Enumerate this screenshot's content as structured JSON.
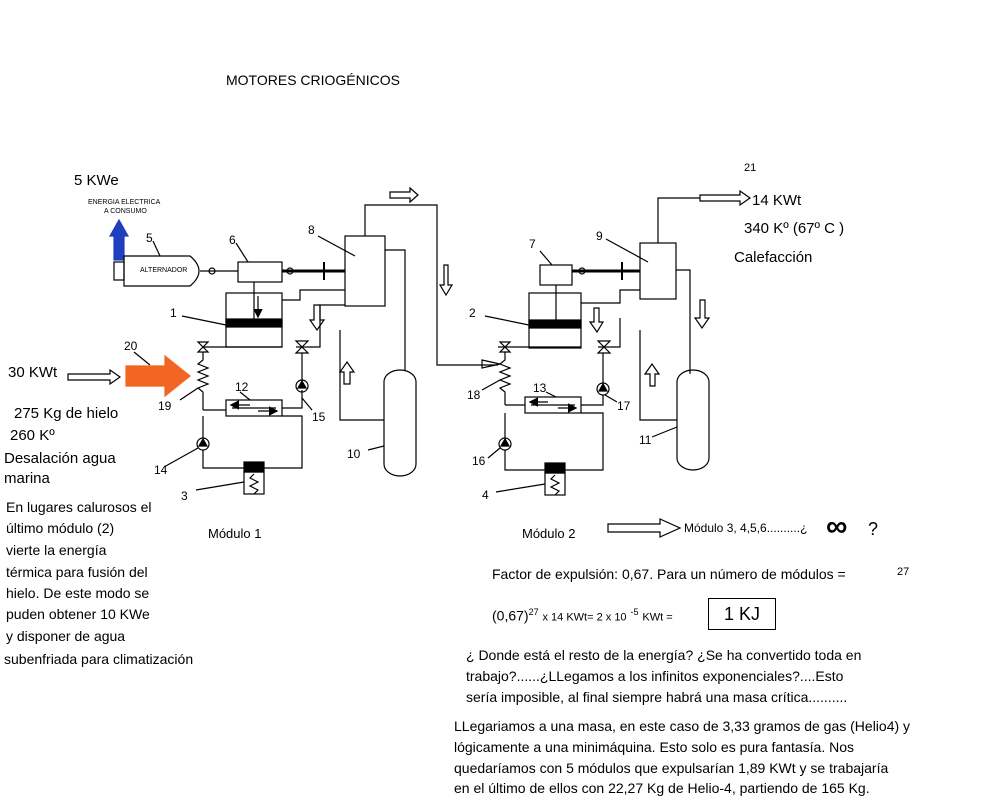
{
  "title": "MOTORES CRIOGÉNICOS",
  "module1": {
    "label": "Módulo 1",
    "power_out": "5 KWe",
    "energy_label_line1": "ENERGIA ELECTRICA",
    "energy_label_line2": "A CONSUMO",
    "alternator": "ALTERNADOR",
    "heat_in": "30 KWt",
    "ice_mass": "275 Kg de hielo",
    "ice_temp": "260 Kº",
    "desal_line1": "Desalación agua",
    "desal_line2": "marina"
  },
  "module2": {
    "label": "Módulo 2",
    "heat_out": "14 KWt",
    "temp": "340 Kº (67º C )",
    "heating": "Calefacción"
  },
  "part_numbers": [
    "1",
    "2",
    "3",
    "4",
    "5",
    "6",
    "7",
    "8",
    "9",
    "10",
    "11",
    "12",
    "13",
    "14",
    "15",
    "16",
    "17",
    "18",
    "19",
    "20",
    "21"
  ],
  "next_modules": "Módulo 3, 4,5,6..........¿",
  "infinity": "∞",
  "question_mark": "?",
  "hot_places": {
    "lines": [
      "En lugares calurosos el",
      "último módulo (2)",
      "vierte la energía",
      "térmica para fusión del",
      "hielo. De este modo se",
      "puden obtener 10 KWe",
      "y disponer de agua",
      "subenfriada para climatización"
    ]
  },
  "expulsion": {
    "text": "Factor de expulsión: 0,67. Para un número de módulos =",
    "modules_count": "27",
    "formula_base": "(0,67)",
    "formula_exp": "27",
    "formula_mid": "x 14 KWt= 2 x 10",
    "formula_exp2": "-5",
    "formula_unit": "KWt =",
    "result": "1 KJ"
  },
  "question": {
    "lines": [
      "¿ Donde está el resto de la energía? ¿Se ha convertido toda en",
      "trabajo?......¿LLegamos a los infinitos exponenciales?....Esto",
      "sería imposible, al final siempre habrá una masa crítica.........."
    ]
  },
  "conclusion": {
    "lines": [
      "LLegariamos a una masa, en este caso de 3,33 gramos de gas (Helio4) y",
      "lógicamente a una minimáquina. Esto solo es pura fantasía. Nos",
      "quedaríamos con 5 módulos que expulsarían  1,89 KWt y se trabajaría",
      "en el último de ellos con 22,27 Kg de Helio-4, partiendo de 165 Kg."
    ]
  }
}
